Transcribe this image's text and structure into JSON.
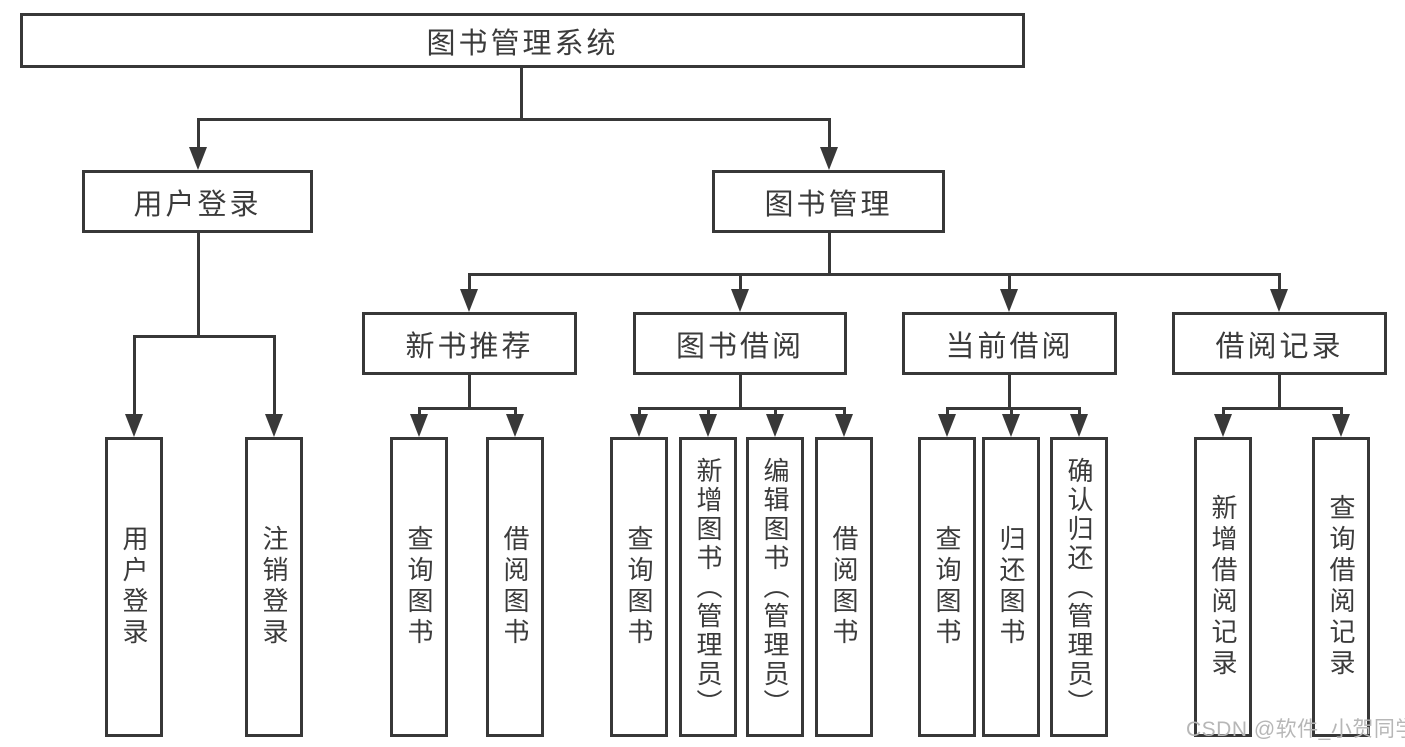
{
  "tree": {
    "root": {
      "label": "图书管理系统",
      "children": [
        {
          "label": "用户登录",
          "children": [
            {
              "label": "用户登录"
            },
            {
              "label": "注销登录"
            }
          ]
        },
        {
          "label": "图书管理",
          "children": [
            {
              "label": "新书推荐",
              "children": [
                {
                  "label": "查询图书"
                },
                {
                  "label": "借阅图书"
                }
              ]
            },
            {
              "label": "图书借阅",
              "children": [
                {
                  "label": "查询图书"
                },
                {
                  "label": "新增图书（管理员）"
                },
                {
                  "label": "编辑图书（管理员）"
                },
                {
                  "label": "借阅图书"
                }
              ]
            },
            {
              "label": "当前借阅",
              "children": [
                {
                  "label": "查询图书"
                },
                {
                  "label": "归还图书"
                },
                {
                  "label": "确认归还（管理员）"
                }
              ]
            },
            {
              "label": "借阅记录",
              "children": [
                {
                  "label": "新增借阅记录"
                },
                {
                  "label": "查询借阅记录"
                }
              ]
            }
          ]
        }
      ]
    }
  },
  "watermark": "CSDN @软件_小贺同学",
  "colors": {
    "line": "#383838",
    "text": "#3b3b3b",
    "background": "#ffffff",
    "watermark": "#b7b7b7"
  }
}
